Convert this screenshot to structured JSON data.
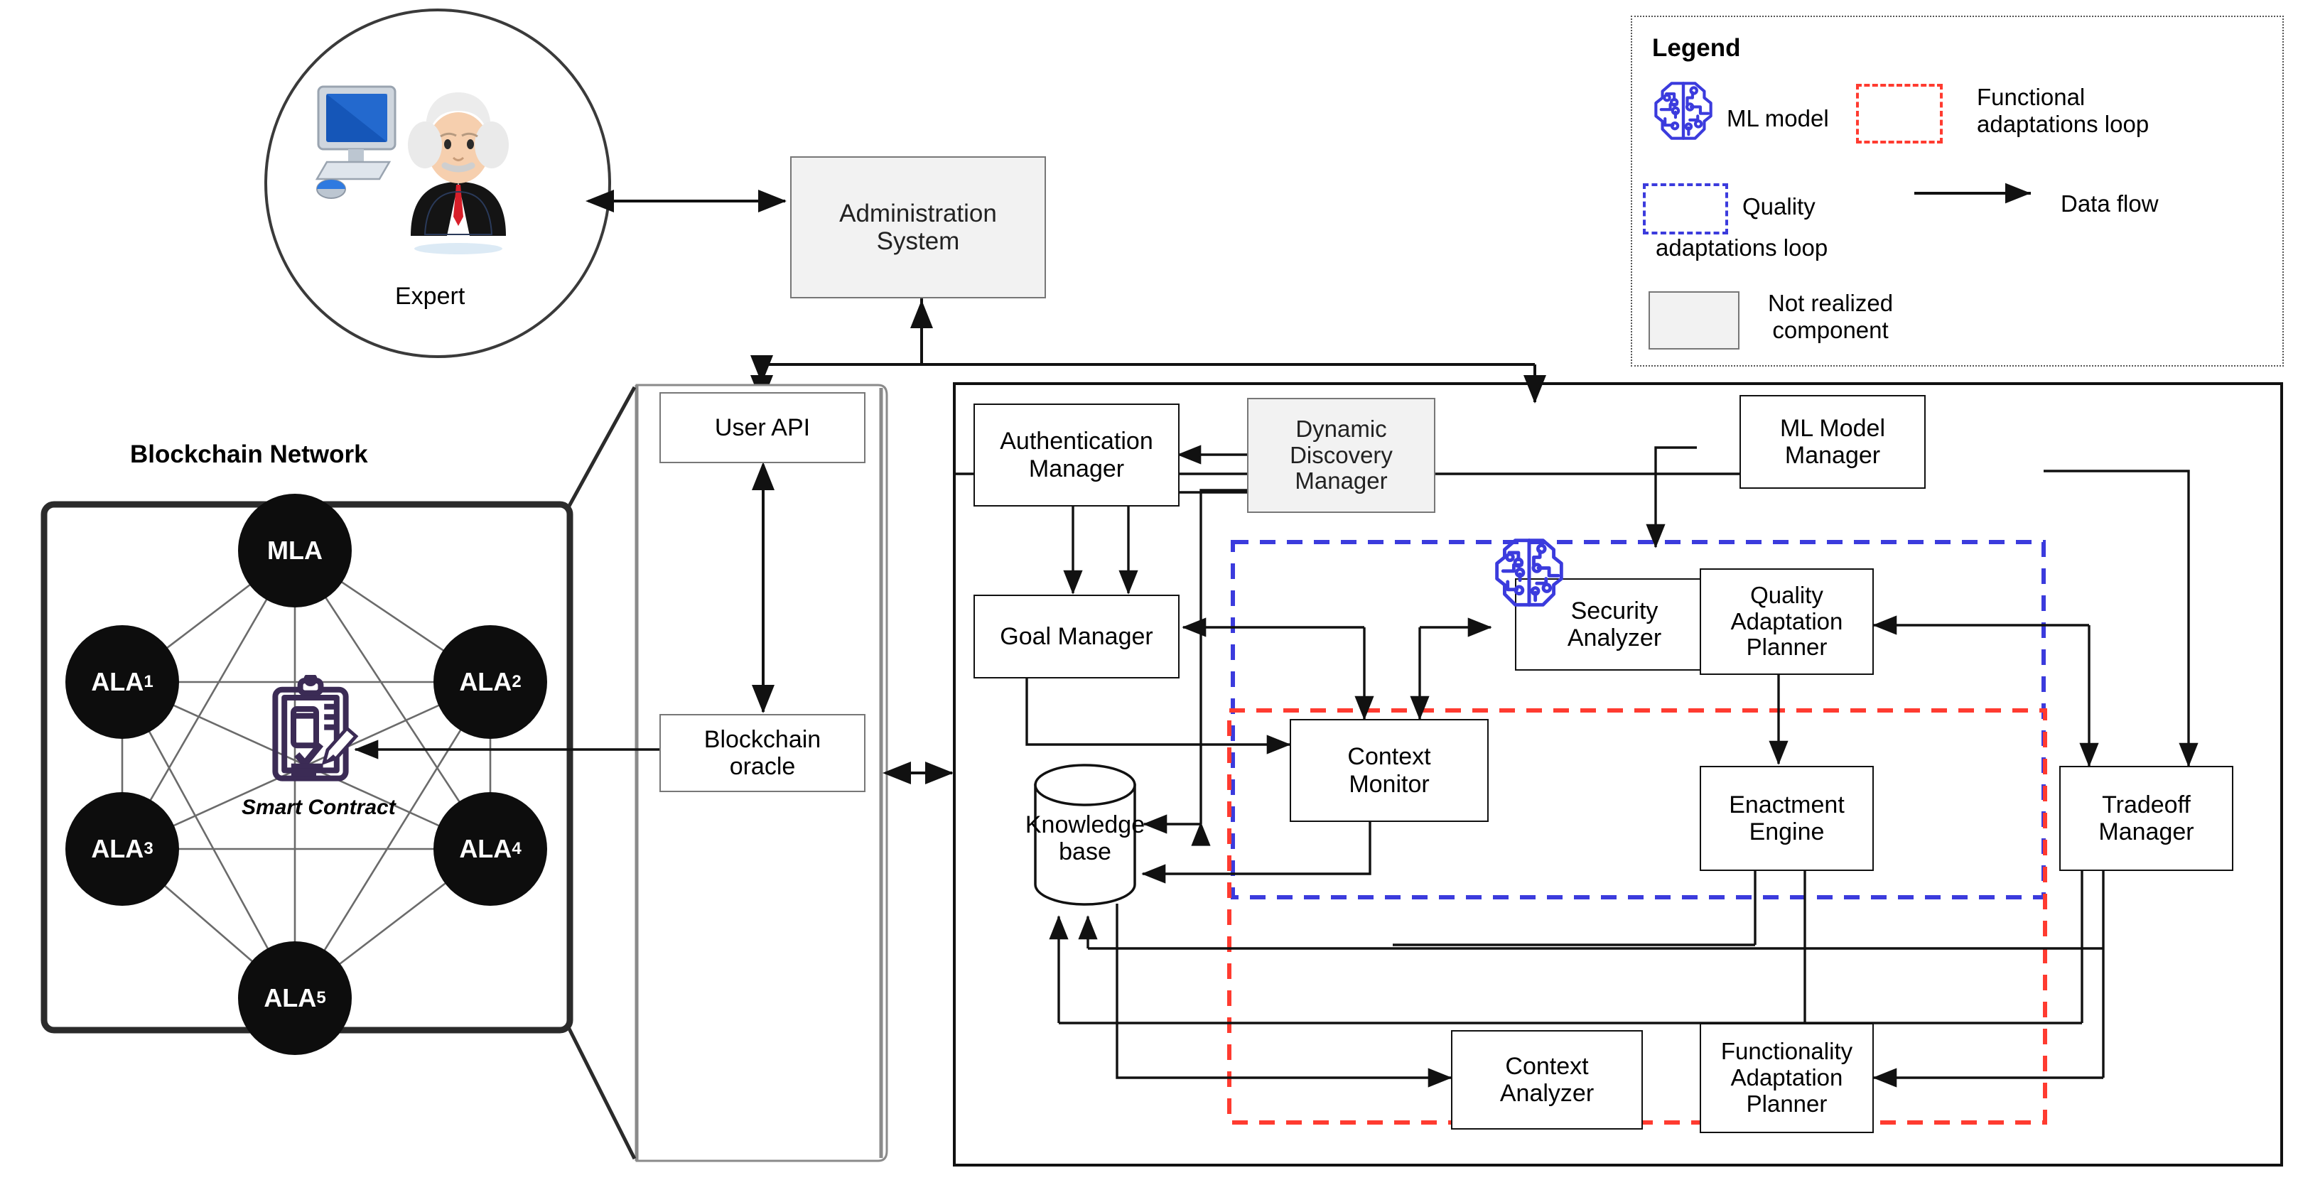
{
  "diagram": {
    "title_blockchain": "Blockchain Network",
    "actor": {
      "label": "Expert",
      "icon": "expert-avatar-icon"
    },
    "admin": {
      "label": "Administration\nSystem",
      "line1": "Administration",
      "line2": "System"
    }
  },
  "blockchain": {
    "title": "Blockchain Network",
    "smart_contract_label": "Smart Contract",
    "nodes": [
      {
        "id": "mla",
        "label": "MLA",
        "sub": ""
      },
      {
        "id": "ala1",
        "label": "ALA",
        "sub": "1"
      },
      {
        "id": "ala2",
        "label": "ALA",
        "sub": "2"
      },
      {
        "id": "ala3",
        "label": "ALA",
        "sub": "3"
      },
      {
        "id": "ala4",
        "label": "ALA",
        "sub": "4"
      },
      {
        "id": "ala5",
        "label": "ALA",
        "sub": "5"
      }
    ]
  },
  "middle_panel": {
    "user_api": "User API",
    "blockchain_oracle_line1": "Blockchain",
    "blockchain_oracle_line2": "oracle"
  },
  "components": {
    "auth_manager": {
      "line1": "Authentication",
      "line2": "Manager"
    },
    "dynamic_disc": {
      "line1": "Dynamic",
      "line2": "Discovery",
      "line3": "Manager",
      "realized": false
    },
    "ml_model_mgr": {
      "line1": "ML Model",
      "line2": "Manager"
    },
    "goal_manager": {
      "line1": "Goal Manager"
    },
    "security_an": {
      "line1": "Security",
      "line2": "Analyzer",
      "has_ml": true
    },
    "quality_plan": {
      "line1": "Quality",
      "line2": "Adaptation",
      "line3": "Planner"
    },
    "knowledge_base": {
      "line1": "Knowledge",
      "line2": "base"
    },
    "context_monitor": {
      "line1": "Context",
      "line2": "Monitor"
    },
    "enactment": {
      "line1": "Enactment",
      "line2": "Engine"
    },
    "tradeoff": {
      "line1": "Tradeoff",
      "line2": "Manager"
    },
    "context_an": {
      "line1": "Context",
      "line2": "Analyzer"
    },
    "func_plan": {
      "line1": "Functionality",
      "line2": "Adaptation",
      "line3": "Planner"
    }
  },
  "legend": {
    "title": "Legend",
    "items": [
      {
        "key": "ml_model",
        "label": "ML model",
        "icon": "brain-circuit-icon",
        "color": "#3b3bdd"
      },
      {
        "key": "func_loop",
        "label": "Functional\nadaptations loop",
        "l1": "Functional",
        "l2": "adaptations loop",
        "color": "#ff3b30"
      },
      {
        "key": "qual_loop",
        "label": "Quality\nadaptations loop",
        "l1": "Quality",
        "l2": "adaptations loop",
        "color": "#3b3bdd"
      },
      {
        "key": "data_flow",
        "label": "Data flow",
        "icon": "arrow-right-icon",
        "color": "#000000"
      },
      {
        "key": "not_real",
        "label": "Not realized\ncomponent",
        "l1": "Not realized",
        "l2": "component",
        "color": "#f2f2f2"
      }
    ]
  },
  "colors": {
    "quality_loop": "#3b3bdd",
    "functional_loop": "#ff3b30",
    "ml_icon": "#3b3bdd",
    "not_realized_fill": "#f2f2f2",
    "stroke": "#111111",
    "node_fill": "#0d0d0d",
    "smart_contract": "#3b2b55"
  }
}
